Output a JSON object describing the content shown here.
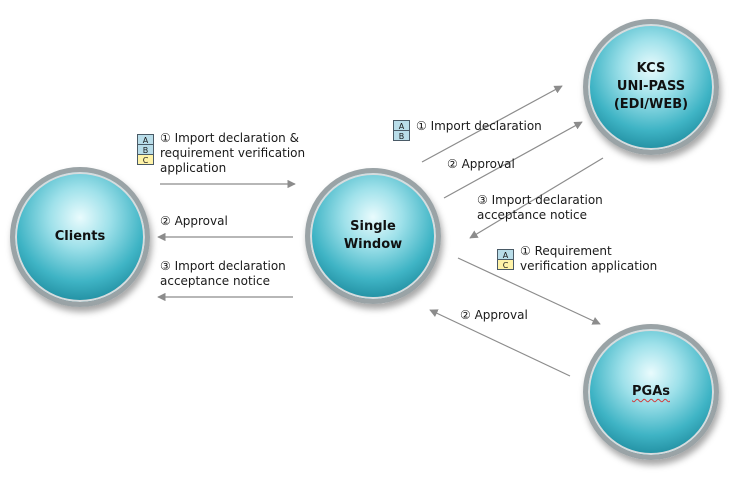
{
  "nodes": {
    "clients": "Clients",
    "single_window": "Single\nWindow",
    "kcs": "KCS\nUNI-PASS\n(EDI/WEB)",
    "pgas": "PGAs"
  },
  "document_boxes": {
    "a": "A",
    "b": "B",
    "c": "C"
  },
  "colors": {
    "box_a": "#b9dde9",
    "box_b": "#b9dde9",
    "box_c": "#fff3a8",
    "arrow": "#8c8c8c"
  },
  "flows": {
    "clients_to_sw": "① Import declaration &\nrequirement verification\napplication",
    "sw_to_clients_approval": "② Approval",
    "sw_to_clients_notice": "③ Import declaration\nacceptance notice",
    "sw_to_kcs": "① Import declaration",
    "kcs_to_sw_approval": "② Approval",
    "kcs_to_sw_notice": "③ Import declaration\nacceptance notice",
    "sw_to_pgas": "① Requirement\nverification application",
    "pgas_to_sw_approval": "② Approval"
  }
}
